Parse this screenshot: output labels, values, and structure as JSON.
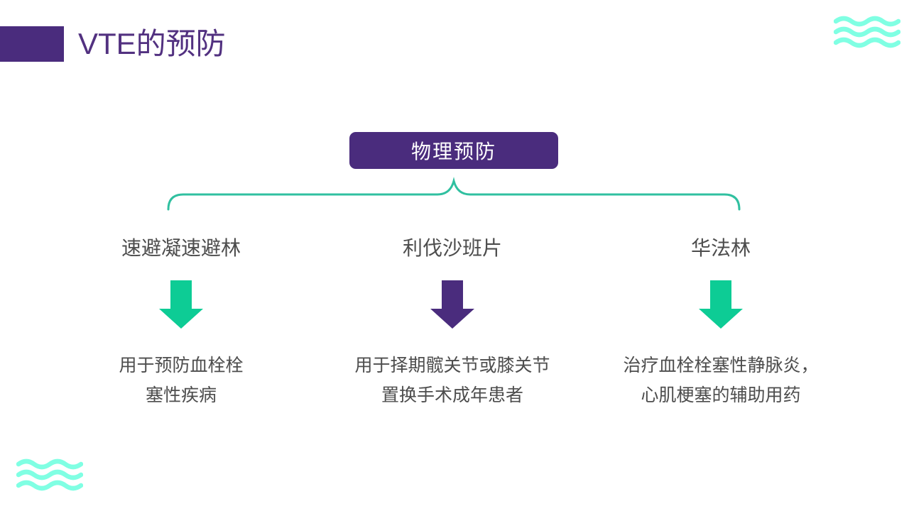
{
  "slide": {
    "title": "VTE的预防",
    "category": "物理预防",
    "columns": [
      {
        "name": "速避凝速避林",
        "arrow_color": "#0DCC95",
        "desc": [
          "用于预防血栓栓",
          "塞性疾病"
        ]
      },
      {
        "name": "利伐沙班片",
        "arrow_color": "#4A2C7D",
        "desc": [
          "用于择期髋关节或膝关节",
          "置换手术成年患者"
        ]
      },
      {
        "name": "华法林",
        "arrow_color": "#0DCC95",
        "desc": [
          "治疗血栓栓塞性静脉炎，",
          "心肌梗塞的辅助用药"
        ]
      }
    ],
    "colors": {
      "purple": "#4A2C7D",
      "title_purple": "#523180",
      "green": "#0DCC95",
      "brace": "#30C0A0",
      "wave": "#80FFE3",
      "text": "#4D4D4D"
    }
  }
}
